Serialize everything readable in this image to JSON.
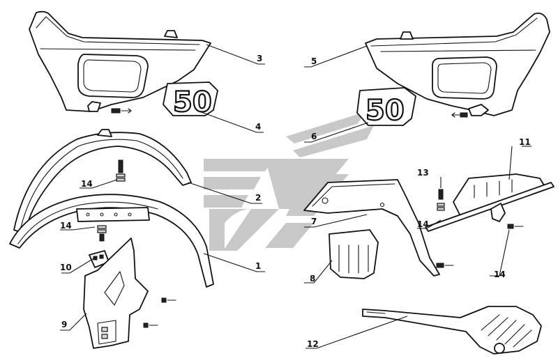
{
  "labels": {
    "p1": "1",
    "p2": "2",
    "p3": "3",
    "p4": "4",
    "p5": "5",
    "p6": "6",
    "p7": "7",
    "p8": "8",
    "p9": "9",
    "p10": "10",
    "p11": "11",
    "p12": "12",
    "p13": "13",
    "p14a": "14",
    "p14b": "14",
    "p14c": "14",
    "p14d": "14"
  },
  "badges": {
    "left": "50",
    "right": "50"
  },
  "colors": {
    "line": "#111111",
    "watermark": "#c8c8c8"
  }
}
